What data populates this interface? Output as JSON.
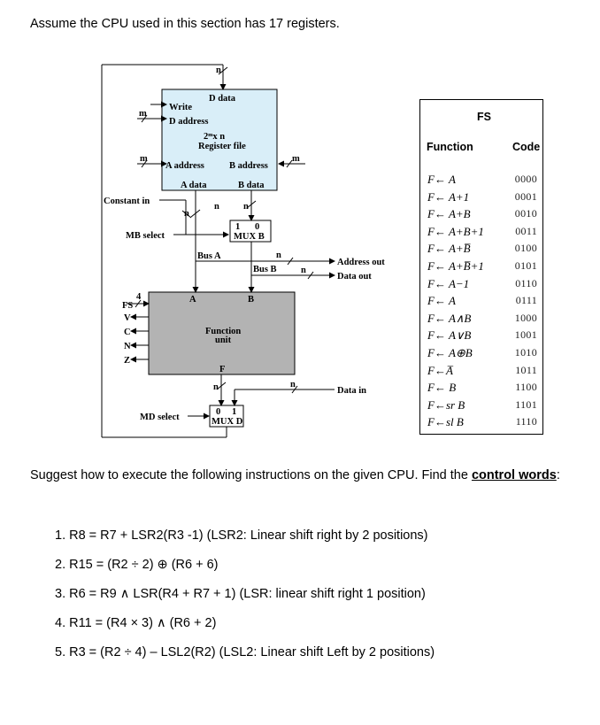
{
  "intro": "Assume the CPU used in this section has 17 registers.",
  "diagram": {
    "n": "n",
    "m": "m",
    "four": "4",
    "d_data": "D data",
    "write": "Write",
    "d_address": "D address",
    "size_label": "2ᵐx n",
    "register_file": "Register file",
    "a_address": "A address",
    "b_address": "B address",
    "a_data": "A data",
    "b_data": "B data",
    "constant_in": "Constant in",
    "mux_one": "1",
    "mux_zero": "0",
    "mux_b": "MUX B",
    "mb_select": "MB select",
    "bus_a": "Bus A",
    "bus_b": "Bus B",
    "address_out": "Address out",
    "data_out": "Data out",
    "fs": "FS",
    "v": "V",
    "c": "C",
    "n_flag": "N",
    "z": "Z",
    "a": "A",
    "b": "B",
    "function_unit_1": "Function",
    "function_unit_2": "unit",
    "f": "F",
    "data_in": "Data in",
    "md_select": "MD select",
    "mux_d_zero": "0",
    "mux_d_one": "1",
    "mux_d": "MUX D"
  },
  "fs_table": {
    "title": "FS",
    "col_function": "Function",
    "col_code": "Code",
    "rows": [
      {
        "fn": "F← A",
        "code": "0000"
      },
      {
        "fn": "F← A+1",
        "code": "0001"
      },
      {
        "fn": "F← A+B",
        "code": "0010"
      },
      {
        "fn": "F← A+B+1",
        "code": "0011"
      },
      {
        "fn": "F← A+B̅",
        "code": "0100"
      },
      {
        "fn": "F← A+B̅+1",
        "code": "0101"
      },
      {
        "fn": "F← A−1",
        "code": "0110"
      },
      {
        "fn": "F← A",
        "code": "0111"
      },
      {
        "fn": "F← A∧B",
        "code": "1000"
      },
      {
        "fn": "F← A∨B",
        "code": "1001"
      },
      {
        "fn": "F← A⊕B",
        "code": "1010"
      },
      {
        "fn": "F←A̅",
        "code": "1011"
      },
      {
        "fn": "F← B",
        "code": "1100"
      },
      {
        "fn": "F←sr B",
        "code": "1101"
      },
      {
        "fn": "F←sl B",
        "code": "1110"
      }
    ]
  },
  "suggest_prefix": "Suggest how to execute the following instructions on the given CPU. Find the ",
  "suggest_bold": "control words",
  "suggest_suffix": ":",
  "questions": [
    "1.  R8 = R7 + LSR2(R3 -1)   (LSR2: Linear shift right by 2 positions)",
    "2.  R15 = (R2 ÷ 2) ⊕ (R6 + 6)",
    "3.  R6 = R9 ∧ LSR(R4 + R7 + 1)  (LSR: linear shift right 1 position)",
    "4.  R11 = (R4 × 3) ∧ (R6 + 2)",
    "5.  R3 = (R2 ÷ 4) – LSL2(R2) (LSL2: Linear shift Left by 2 positions)"
  ]
}
